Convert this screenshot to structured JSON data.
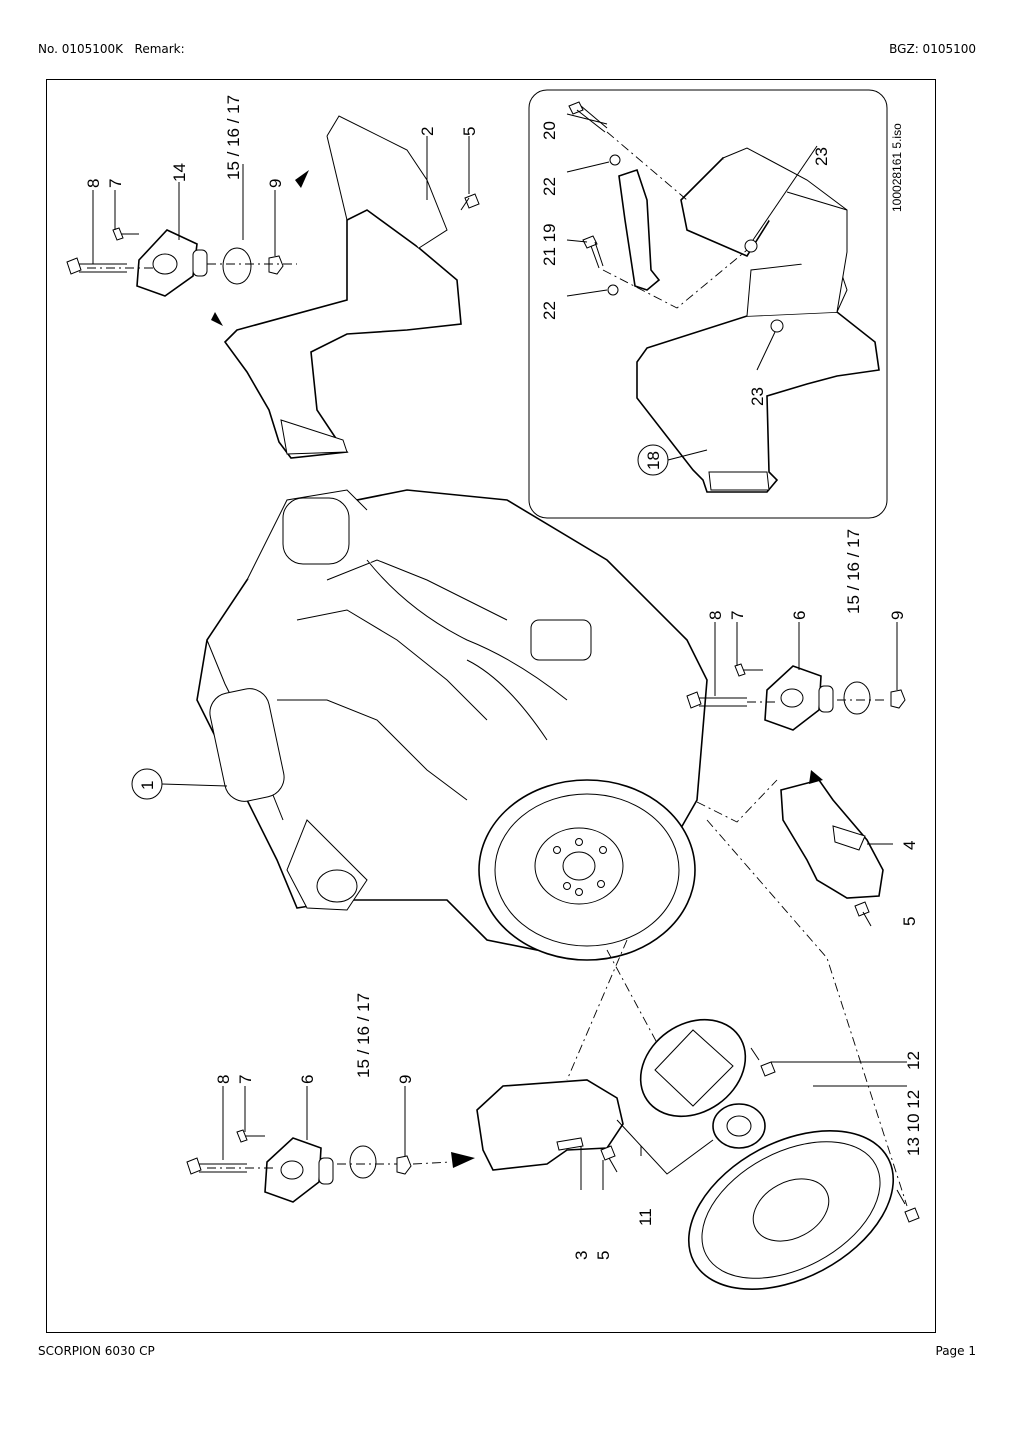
{
  "header": {
    "number": "No. 0105100K",
    "remark_label": "Remark:",
    "bgz": "BGZ: 0105100"
  },
  "footer": {
    "model": "SCORPION 6030 CP",
    "page": "Page 1"
  },
  "drawing": {
    "file_id": "100028161 5.iso",
    "labels": {
      "l1": "1",
      "l2": "2",
      "l3": "3",
      "l4": "4",
      "l5a": "5",
      "l5b": "5",
      "l5c": "5",
      "l6a": "6",
      "l6b": "6",
      "l7a": "7",
      "l7b": "7",
      "l7c": "7",
      "l8a": "8",
      "l8b": "8",
      "l8c": "8",
      "l9a": "9",
      "l9b": "9",
      "l9c": "9",
      "l11": "11",
      "l12": "12",
      "l13_10_12": "13 10 12",
      "l14": "14",
      "l151617a": "15 / 16 / 17",
      "l151617b": "15 / 16 / 17",
      "l151617c": "15 / 16 / 17",
      "l18": "18",
      "l20": "20",
      "l21_19": "21 19",
      "l22a": "22",
      "l22b": "22",
      "l23a": "23",
      "l23b": "23"
    }
  }
}
